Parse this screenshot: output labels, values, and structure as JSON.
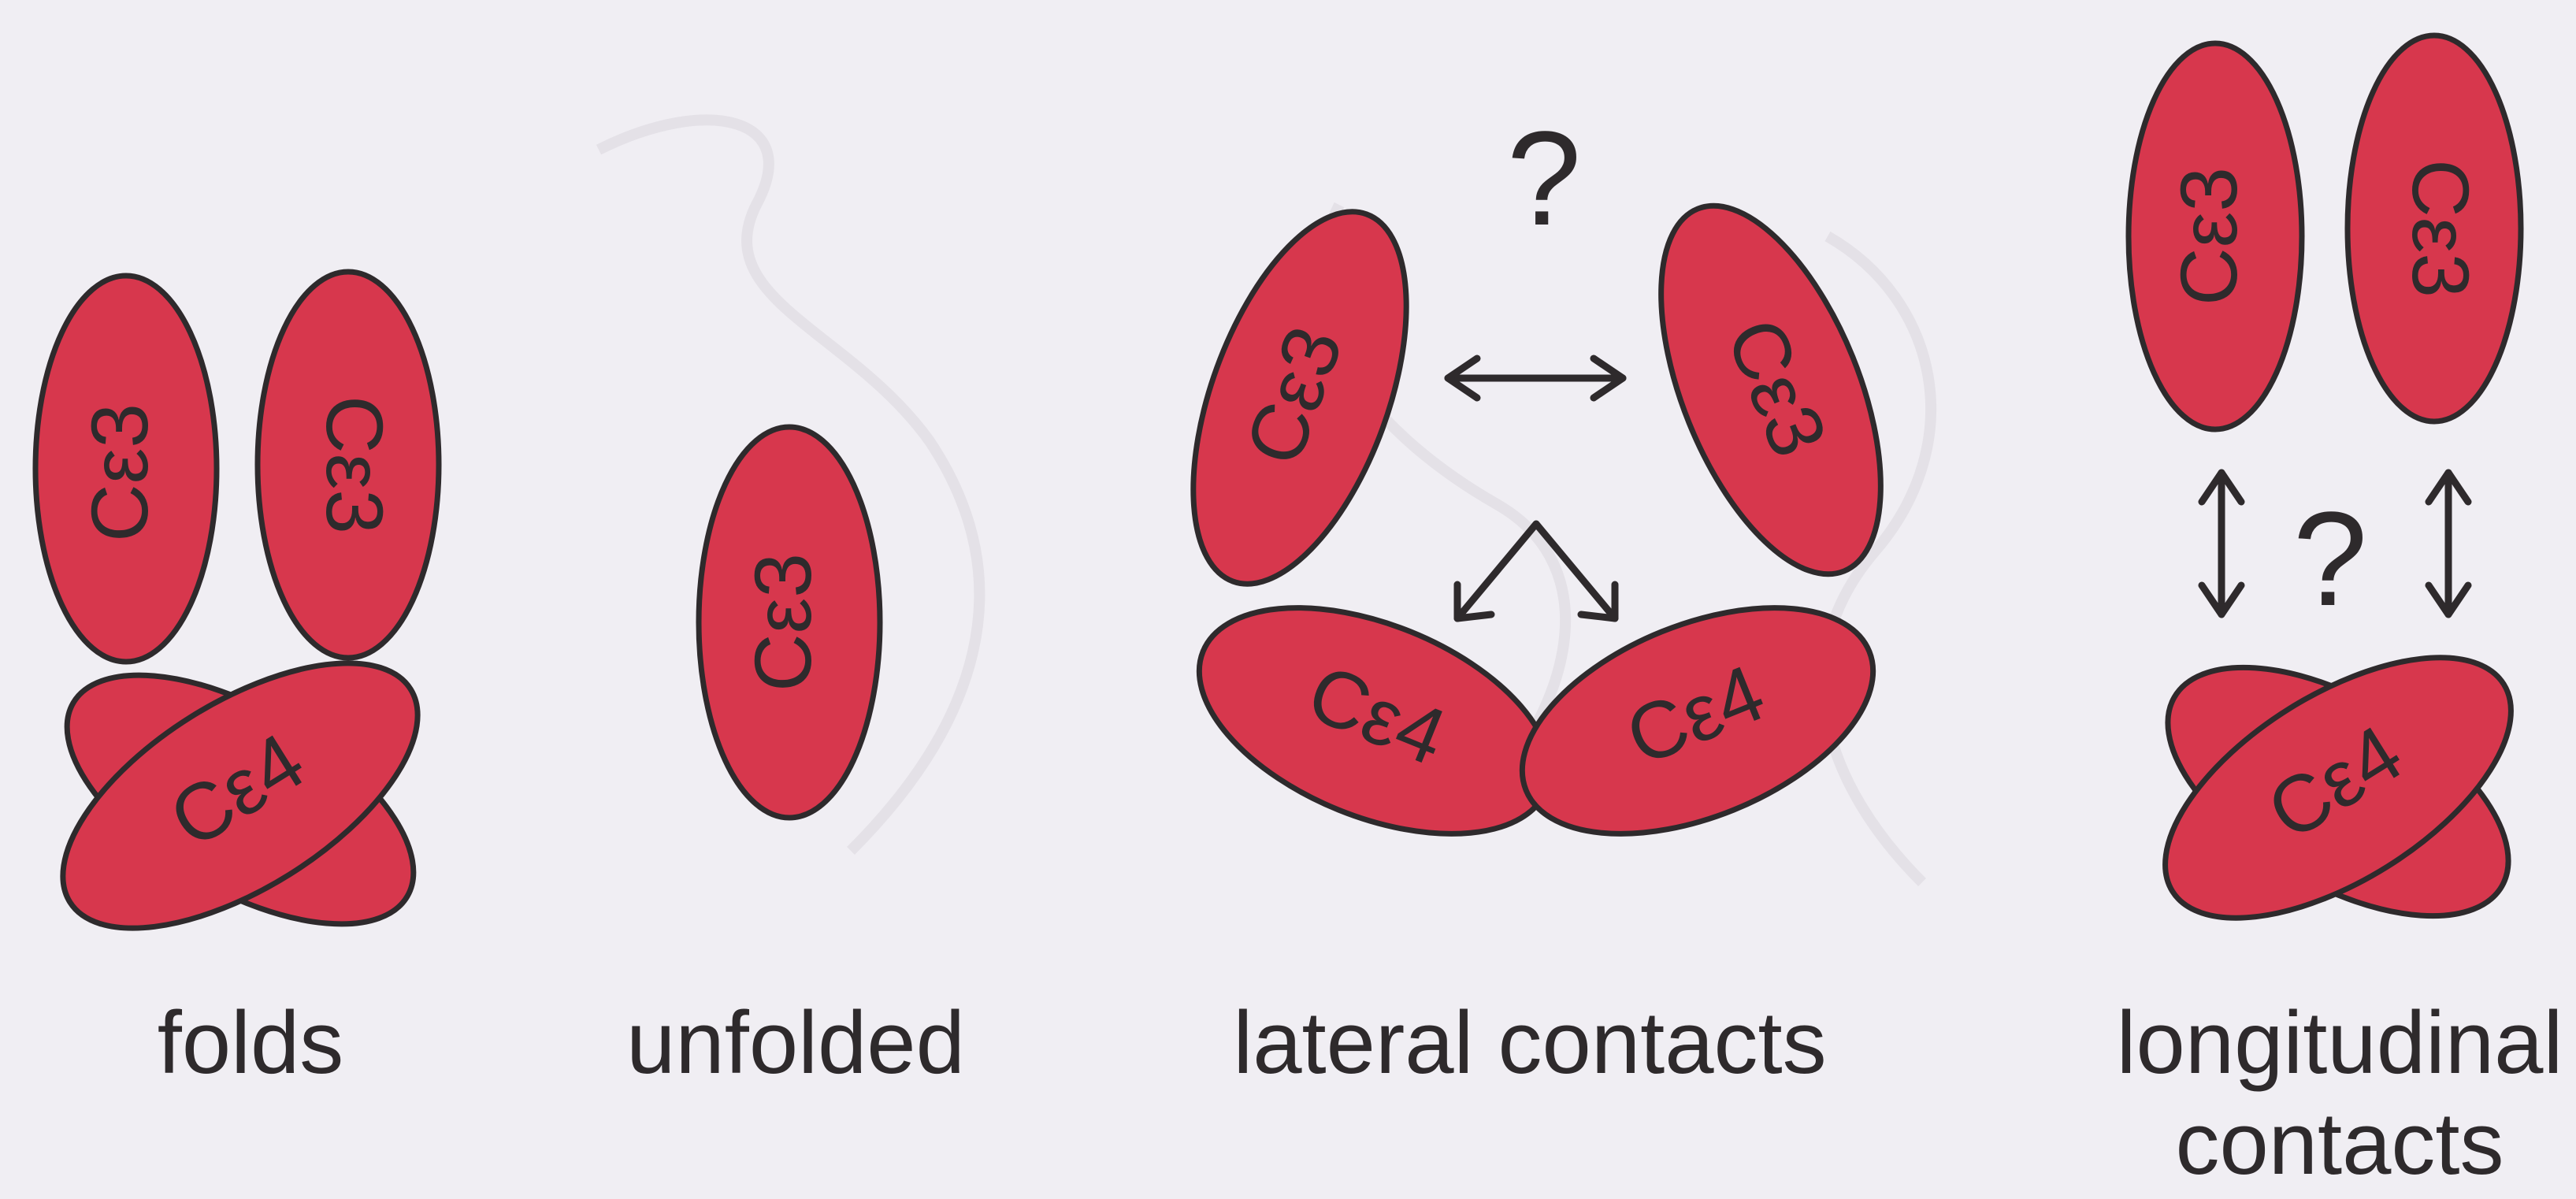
{
  "colors": {
    "domain_fill": "#d7374d",
    "outline": "#2e2a2c",
    "background": "#f0eef3"
  },
  "labels": {
    "ce3": "Cε3",
    "ce4": "Cε4",
    "question": "?"
  },
  "panels": [
    {
      "id": "folds",
      "caption": [
        "folds"
      ]
    },
    {
      "id": "unfolded",
      "caption": [
        "unfolded"
      ]
    },
    {
      "id": "lateral",
      "caption": [
        "lateral contacts"
      ]
    },
    {
      "id": "longitudinal",
      "caption": [
        "longitudinal",
        "contacts"
      ]
    }
  ]
}
